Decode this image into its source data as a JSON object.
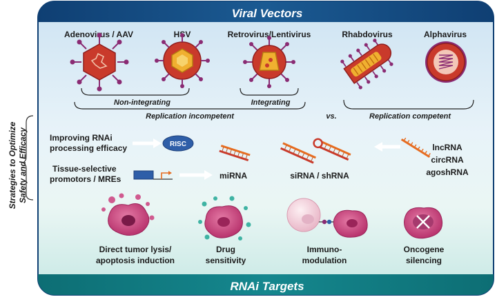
{
  "title": "Viral Vectors",
  "footer": "RNAi Targets",
  "side_label_line1": "Strategies to Optimize",
  "side_label_line2": "Safety and Efficacy",
  "viruses": [
    "Adenovirus / AAV",
    "HSV",
    "Retrovirus/Lentivirus",
    "Rhabdovirus",
    "Alphavirus"
  ],
  "groups": {
    "non_integrating": "Non-integrating",
    "integrating": "Integrating",
    "replication_incompetent": "Replication incompetent",
    "vs": "vs.",
    "replication_competent": "Replication competent"
  },
  "strategies": {
    "rnai_line1": "Improving RNAi",
    "rnai_line2": "processing efficacy",
    "risc": "RISC",
    "tissue_line1": "Tissue-selective",
    "tissue_line2": "promotors / MREs",
    "mirna": "miRNA",
    "sirna": "siRNA / shRNA",
    "lncrna": "lncRNA",
    "circrna": "circRNA",
    "agoshrna": "agoshRNA"
  },
  "targets": {
    "lysis_line1": "Direct tumor lysis/",
    "lysis_line2": "apoptosis induction",
    "drug_line1": "Drug",
    "drug_line2": "sensitivity",
    "immuno_line1": "Immuno-",
    "immuno_line2": "modulation",
    "onco_line1": "Oncogene",
    "onco_line2": "silencing"
  },
  "colors": {
    "banner_teal": "#127f86",
    "banner_blue": "#14487a",
    "virus_red": "#c93a2b",
    "virus_yellow": "#f0b030",
    "cell_pink": "#cf4f86",
    "risc_blue": "#2e5ea8",
    "rna_orange": "#e66c20"
  }
}
